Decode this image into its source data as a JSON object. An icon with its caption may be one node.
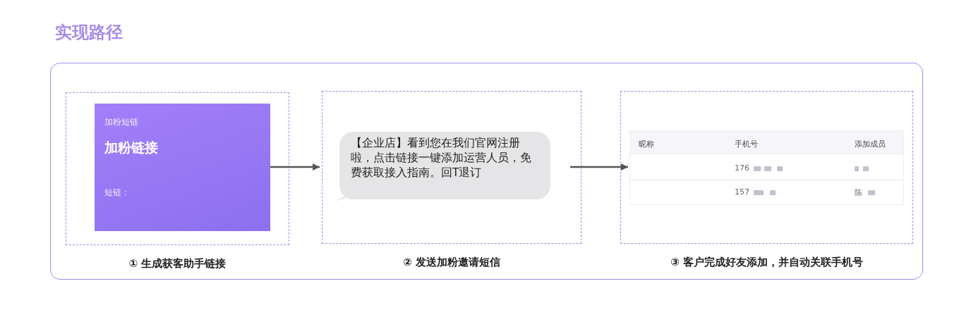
{
  "diagram": {
    "title": "实现路径",
    "nodes": [
      {
        "text": [],
        "shape": "box"
      },
      {
        "text": [
          "① 生成获客助手链接"
        ],
        "in": 0
      },
      {
        "text": [
          "加粉短链",
          "加粉链接",
          "短链："
        ],
        "in": 1
      },
      {
        "text": [
          "② 发送加粉邀请短信"
        ],
        "in": 0
      },
      {
        "text": [
          "【企业店】看到您在我们官网注册啦，点击链接一键添加运营人员，免费获取接入指南。回T退订"
        ],
        "in": 3
      },
      {
        "text": [
          "③ 客户完成好友添加，并自动关联手机号"
        ],
        "in": 0
      },
      {
        "text": [],
        "shape": "box",
        "in": 5
      }
    ],
    "edges": [
      {
        "from": 2,
        "to": 3,
        "arrow": "to"
      },
      {
        "from": 4,
        "to": 6,
        "arrow": "to"
      }
    ],
    "labels": [
      "昵称",
      "手机号",
      "添加成员",
      "176",
      "157",
      "陈"
    ]
  }
}
